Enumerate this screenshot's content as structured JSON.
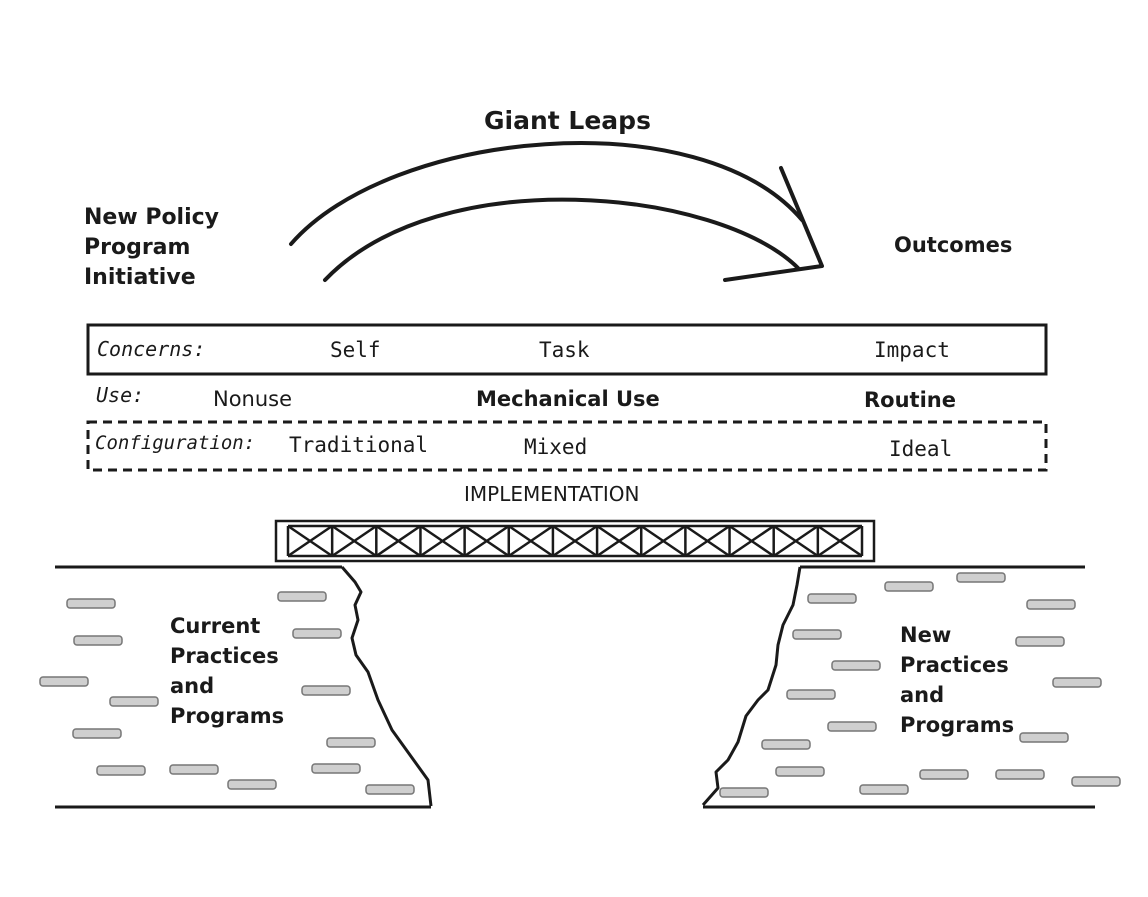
{
  "title": "Giant Leaps",
  "left_top_label": [
    "New Policy",
    "Program",
    "Initiative"
  ],
  "right_top_label": "Outcomes",
  "concerns": {
    "label": "Concerns:",
    "stages": [
      "Self",
      "Task",
      "Impact"
    ]
  },
  "use": {
    "label": "Use:",
    "stages": [
      "Nonuse",
      "Mechanical Use",
      "Routine"
    ]
  },
  "configuration": {
    "label": "Configuration:",
    "stages": [
      "Traditional",
      "Mixed",
      "Ideal"
    ]
  },
  "bridge_label": "IMPLEMENTATION",
  "left_cliff_label": [
    "Current",
    "Practices",
    "and",
    "Programs"
  ],
  "right_cliff_label": [
    "New",
    "Practices",
    "and",
    "Programs"
  ],
  "colors": {
    "ink": "#1a1a1a",
    "brick_fill": "#cfcfcf",
    "brick_stroke": "#777777"
  }
}
